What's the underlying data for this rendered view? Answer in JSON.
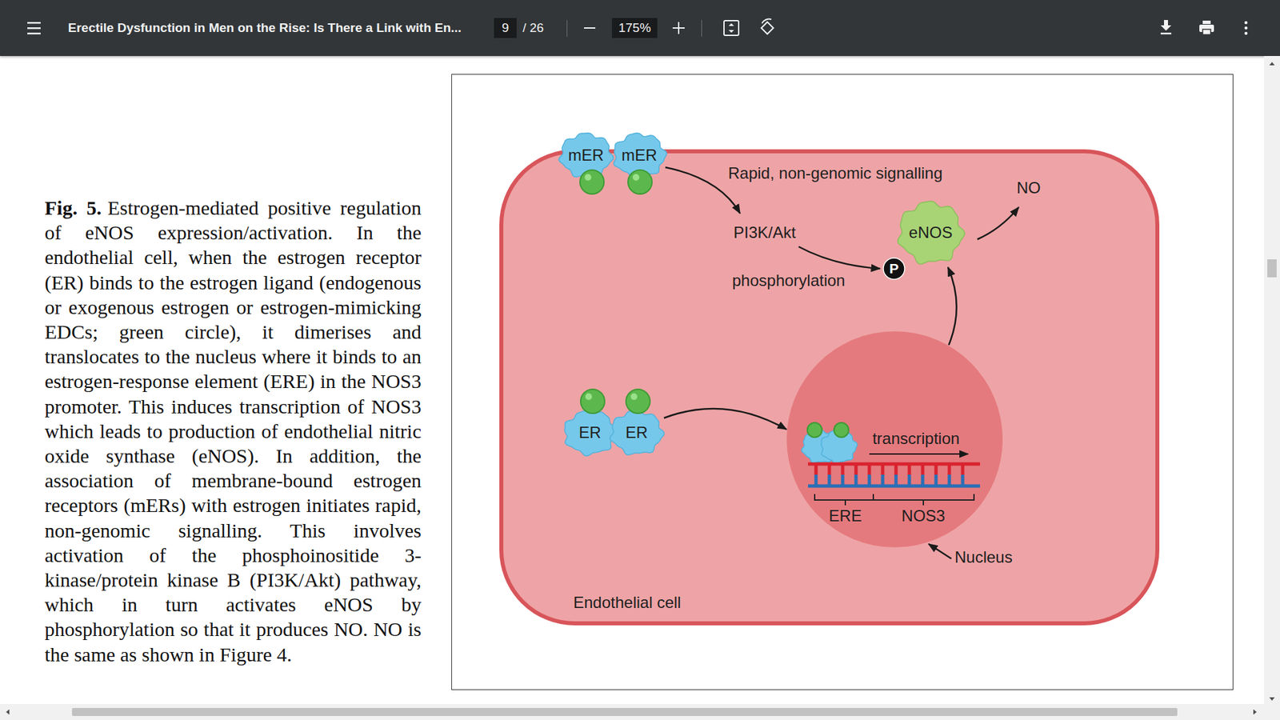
{
  "diagram": {
    "title": "Erectile Dysfunction in Men on the Rise: Is There a Link with En...",
    "caption": "Estrogen-mediated positive regulation of eNOS expression/activation. In the endothelial cell, when the estrogen receptor (ER) binds to the estrogen ligand (endogenous or exogenous estrogen or estrogen-mimicking EDCs; green circle), it dimerises and translocates to the nucleus where it binds to an estrogen-response element (ERE) in the NOS3 promoter. This induces transcription of NOS3 which leads to production of endothelial nitric oxide synthase (eNOS). In addition, the association of membrane-bound estrogen receptors (mERs) with estrogen initiates rapid, non-genomic signalling. This involves activation of the phosphoinositide 3-kinase/protein kinase B (PI3K/Akt) pathway, which in turn activates eNOS by phosphorylation so that it produces NO. NO is the same as shown in Figure 4.",
    "nodes": [
      {
        "text": [
          "Endothelial cell"
        ]
      },
      {
        "text": [
          "mER"
        ],
        "in": 0
      },
      {
        "text": [
          "mER"
        ],
        "in": 0
      },
      {
        "text": [
          "eNOS"
        ],
        "in": 0
      },
      {
        "text": [
          "P"
        ],
        "in": 0
      },
      {
        "text": [
          "ER"
        ],
        "in": 0
      },
      {
        "text": [
          "ER"
        ],
        "in": 0
      },
      {
        "text": [
          "Nucleus"
        ],
        "in": 0
      }
    ],
    "edges": [
      {
        "from": 6,
        "to": 7,
        "arrow": "to"
      },
      {
        "from": 7,
        "to": 3,
        "arrow": "to"
      }
    ],
    "labels": [
      "Fig. 5.",
      "9",
      "/ 26",
      "175%",
      "Rapid, non-genomic signalling",
      "NO",
      "PI3K/Akt",
      "phosphorylation",
      "transcription",
      "ERE",
      "NOS3"
    ]
  }
}
